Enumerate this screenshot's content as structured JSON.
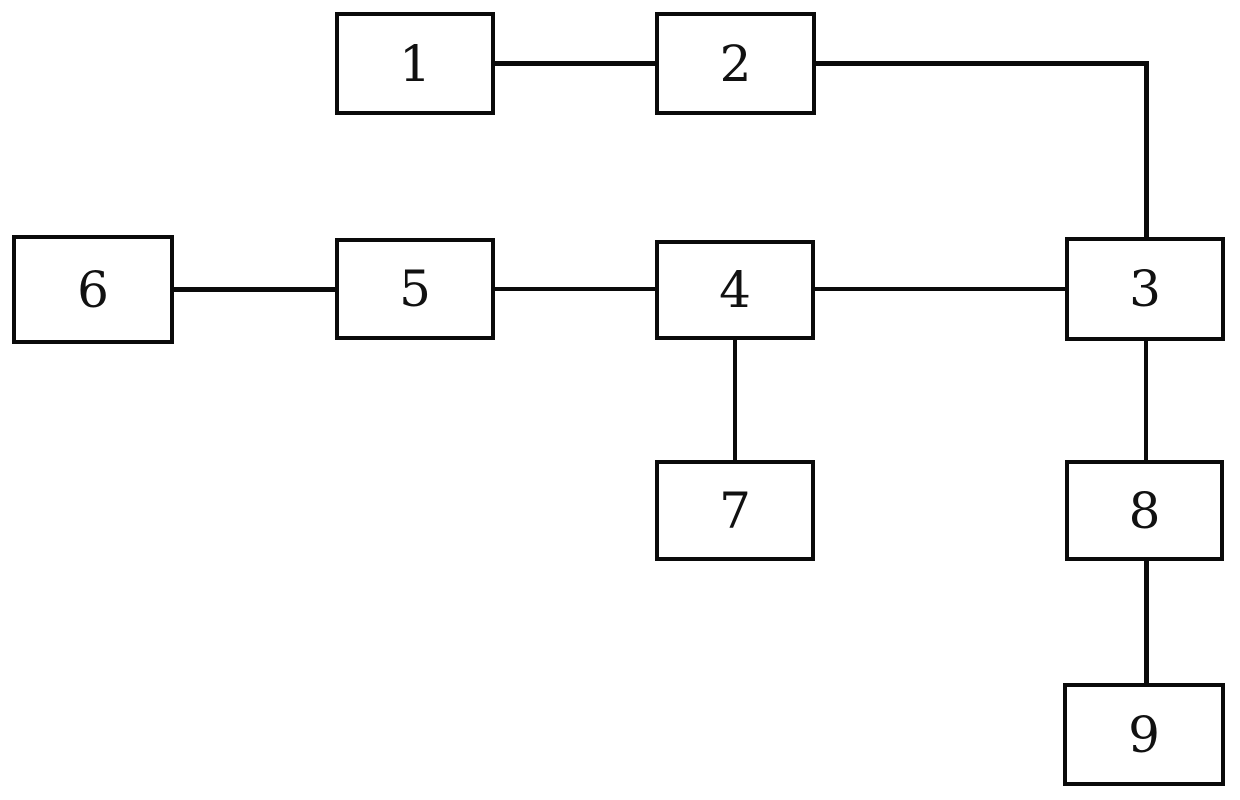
{
  "diagram": {
    "type": "block-diagram",
    "background_color": "#ffffff",
    "line_color": "#0a0a0a",
    "nodes": [
      {
        "id": "1",
        "label": "1"
      },
      {
        "id": "2",
        "label": "2"
      },
      {
        "id": "3",
        "label": "3"
      },
      {
        "id": "4",
        "label": "4"
      },
      {
        "id": "5",
        "label": "5"
      },
      {
        "id": "6",
        "label": "6"
      },
      {
        "id": "7",
        "label": "7"
      },
      {
        "id": "8",
        "label": "8"
      },
      {
        "id": "9",
        "label": "9"
      }
    ],
    "edges": [
      {
        "from": "1",
        "to": "2",
        "shape": "horizontal"
      },
      {
        "from": "2",
        "to": "3",
        "shape": "elbow-right-down"
      },
      {
        "from": "6",
        "to": "5",
        "shape": "horizontal"
      },
      {
        "from": "5",
        "to": "4",
        "shape": "horizontal"
      },
      {
        "from": "4",
        "to": "3",
        "shape": "horizontal"
      },
      {
        "from": "4",
        "to": "7",
        "shape": "vertical"
      },
      {
        "from": "3",
        "to": "8",
        "shape": "vertical"
      },
      {
        "from": "8",
        "to": "9",
        "shape": "vertical"
      }
    ]
  }
}
